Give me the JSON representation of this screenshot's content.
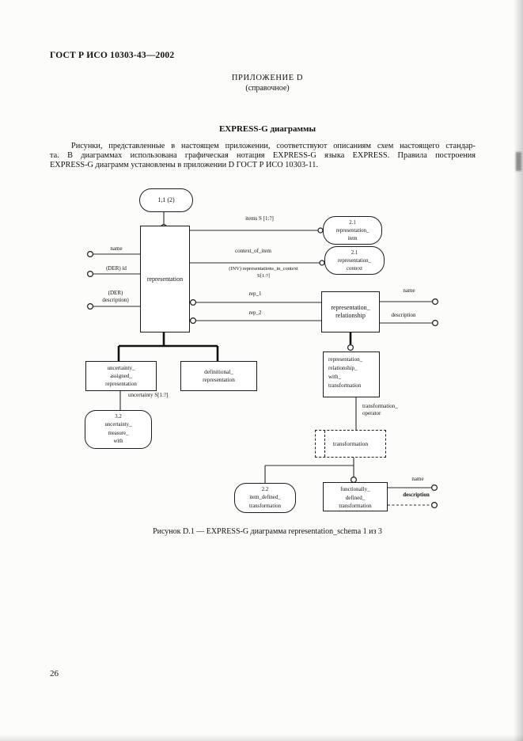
{
  "doc": {
    "header": "ГОСТ Р ИСО 10303-43—2002",
    "annex_title": "ПРИЛОЖЕНИЕ D",
    "annex_subtitle": "(справочное)",
    "section_title": "EXPRESS-G диаграммы",
    "paragraph_lines": [
      "Рисунки, представленные в настоящем приложении, соответствуют описаниям схем настоящего стандар-",
      "та. В диаграммах использована графическая нотация EXPRESS-G языка EXPRESS. Правила построения",
      "EXPRESS-G диаграмм установлены в приложении D ГОСТ Р ИСО 10303-11."
    ],
    "figure_caption": "Рисунок D.1 — EXPRESS-G диаграмма representation_schema 1 из 3",
    "page_number": "26"
  },
  "diagram": {
    "page_ref_oval": "1,1 (2)",
    "representation_box": "representation",
    "attr_name_label": "name",
    "attr_id_label": "(DER) id",
    "attr_description_label": "(DER)\ndescription)",
    "items_label": "items S [1:?]",
    "representation_item_oval": "2.1\nrepresentation_\nitem",
    "context_of_item_label": "context_of_item",
    "inv_label": "(INV) representations_in_context\nS[1:?]",
    "representation_context_oval": "2.1\nrepresentation_\ncontext",
    "rep_1_label": "rep_1",
    "rep_2_label": "rep_2",
    "representation_relationship_box": "representation_\nrelationship",
    "relationship_name_label": "name",
    "relationship_description_label": "description",
    "uncertainty_assigned_box": "uncertainty_\nassigned_\nrepresentation",
    "definitional_box": "definitional_\nrepresentation",
    "uncertainty_set_label": "uncertainty S[1:?]",
    "uncertainty_measure_oval": "3.2\nuncertainty_\nmeasure_\nwith",
    "rel_with_transformation_box": "representation_\nrelationship_\nwith_\ntransformation",
    "transformation_operator_label": "transformation_\noperator",
    "transformation_select_box": "transformation",
    "item_defined_oval": "2.2\nitem_defined_\ntransformation",
    "functionally_defined_box": "functionally_\ndefined_\ntransformation",
    "fdt_name_label": "name",
    "fdt_description_label": "description"
  }
}
